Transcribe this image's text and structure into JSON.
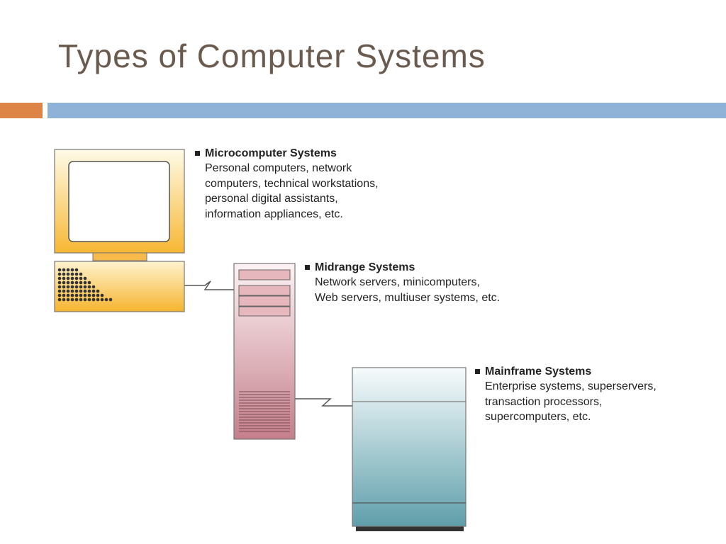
{
  "slide": {
    "title": "Types of Computer Systems"
  },
  "colors": {
    "title_text": "#6b5a4e",
    "accent_orange": "#dd8547",
    "accent_blue": "#8fb3d6",
    "micro_gold": "#f7b733",
    "midrange_pink": "#c9848f",
    "mainframe_teal": "#6aa6b2"
  },
  "systems": {
    "micro": {
      "heading": "Microcomputer Systems",
      "lines": [
        "Personal computers, network",
        "computers, technical workstations,",
        "personal digital assistants,",
        "information appliances, etc."
      ]
    },
    "midrange": {
      "heading": "Midrange Systems",
      "lines": [
        "Network servers, minicomputers,",
        "Web servers, multiuser systems, etc."
      ]
    },
    "mainframe": {
      "heading": "Mainframe Systems",
      "lines": [
        "Enterprise systems, superservers,",
        "transaction processors,",
        "supercomputers, etc."
      ]
    }
  }
}
